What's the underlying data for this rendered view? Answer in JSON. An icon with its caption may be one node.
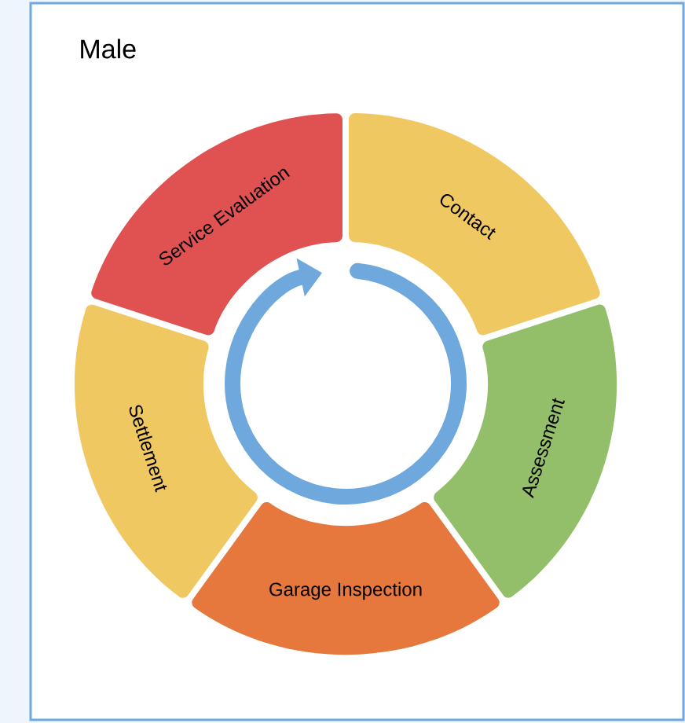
{
  "diagram": {
    "nodes": [
      {
        "text": [
          "Service Evaluation"
        ]
      },
      {
        "text": [
          "Contact"
        ]
      },
      {
        "text": [
          "Assessment"
        ]
      },
      {
        "text": [
          "Garage Inspection"
        ]
      },
      {
        "text": [
          "Settlement"
        ]
      }
    ],
    "labels": [
      "Male"
    ]
  }
}
